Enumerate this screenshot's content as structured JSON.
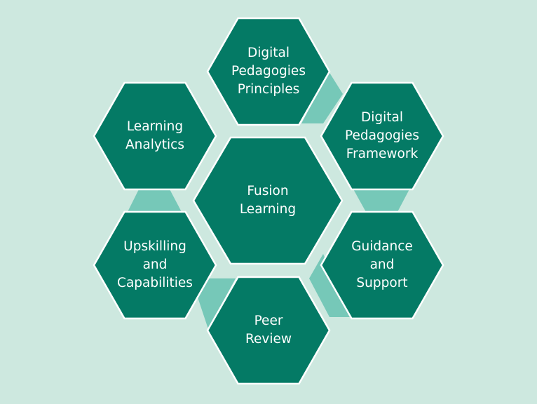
{
  "colors": {
    "background": "#cde8df",
    "hexagon_fill": "#047a65",
    "hexagon_stroke": "#ffffff",
    "connector_fill": "#76c8b8",
    "text": "#ffffff"
  },
  "center": {
    "lines": [
      "Fusion",
      "Learning"
    ]
  },
  "outer": [
    {
      "id": "digital-pedagogies-principles",
      "lines": [
        "Digital",
        "Pedagogies",
        "Principles"
      ]
    },
    {
      "id": "digital-pedagogies-framework",
      "lines": [
        "Digital",
        "Pedagogies",
        "Framework"
      ]
    },
    {
      "id": "guidance-and-support",
      "lines": [
        "Guidance",
        "and",
        "Support"
      ]
    },
    {
      "id": "peer-review",
      "lines": [
        "Peer",
        "Review"
      ]
    },
    {
      "id": "upskilling-and-capabilities",
      "lines": [
        "Upskilling",
        "and",
        "Capabilities"
      ]
    },
    {
      "id": "learning-analytics",
      "lines": [
        "Learning",
        "Analytics"
      ]
    }
  ]
}
